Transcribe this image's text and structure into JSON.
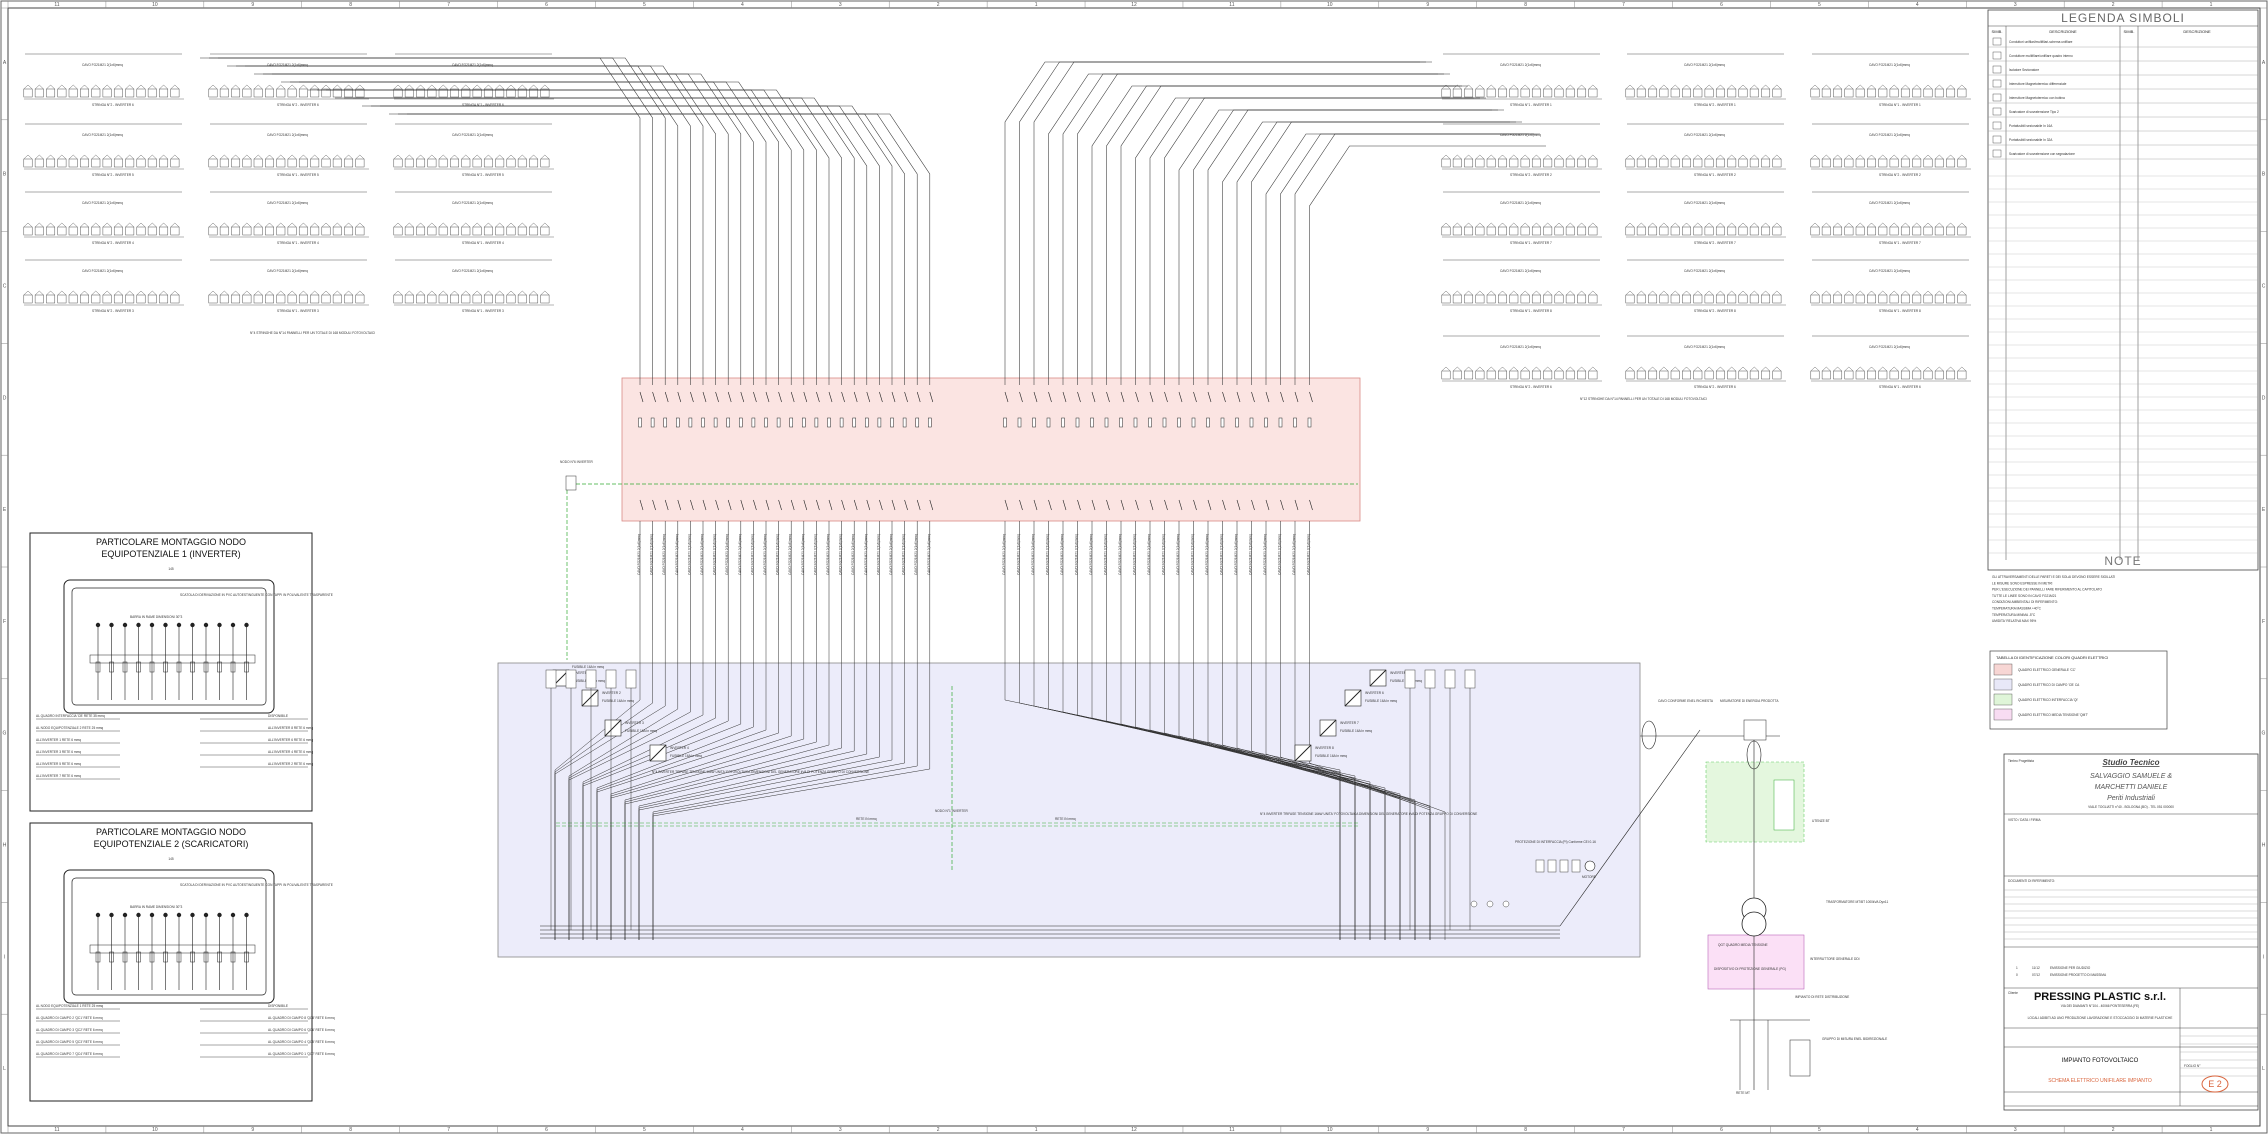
{
  "ruler": {
    "top": [
      "11",
      "10",
      "9",
      "8",
      "7",
      "6",
      "5",
      "4",
      "3",
      "2",
      "1",
      "12",
      "11",
      "10",
      "9",
      "8",
      "7",
      "6",
      "5",
      "4",
      "3",
      "2",
      "1"
    ],
    "side": [
      "A",
      "B",
      "C",
      "D",
      "E",
      "F",
      "G",
      "H",
      "I",
      "L"
    ]
  },
  "strings": {
    "cable_label": "CAVO FG21M21 2(1x6)mmq",
    "labels": [
      "STRINGA N°2 - INVERTER 6",
      "STRINGA N°2 - INVERTER 6",
      "STRINGA N°1 - INVERTER 6",
      "STRINGA N°2 - INVERTER 5",
      "STRINGA N°1 - INVERTER 5",
      "STRINGA N°2 - INVERTER 5",
      "STRINGA N°2 - INVERTER 4",
      "STRINGA N°1 - INVERTER 4",
      "STRINGA N°1 - INVERTER 4",
      "STRINGA N°2 - INVERTER 3",
      "STRINGA N°1 - INVERTER 3",
      "STRINGA N°1 - INVERTER 3",
      "STRINGA N°1 - INVERTER 1",
      "STRINGA N°2 - INVERTER 1",
      "STRINGA N°1 - INVERTER 1",
      "STRINGA N°2 - INVERTER 2",
      "STRINGA N°1 - INVERTER 2",
      "STRINGA N°2 - INVERTER 2",
      "STRINGA N°1 - INVERTER 7",
      "STRINGA N°2 - INVERTER 7",
      "STRINGA N°1 - INVERTER 7",
      "STRINGA N°1 - INVERTER 8",
      "STRINGA N°2 - INVERTER 8",
      "STRINGA N°1 - INVERTER 8"
    ],
    "note_left": "N°4 STRINGHE DA N°14 PANNELLI PER UN TOTALE DI 168 MODULI FOTOVOLTAICI",
    "note_right": "N°12 STRINGHE DA N°14 PANNELLI PER UN TOTALE DI 168 MODULI FOTOVOLTAICI"
  },
  "nodes": {
    "node_a": "NODO N°6 INVERTER",
    "node_b": "NODO N°1 INVERTER",
    "rete": "RETE IN mmq",
    "inverter_labels": [
      "INVERTER 1",
      "INVERTER 2",
      "INVERTER 3",
      "INVERTER 4",
      "INVERTER 5",
      "INVERTER 6",
      "INVERTER 7",
      "INVERTER 8"
    ],
    "fusibili": "FUSIBILE 16A In mmq",
    "desc_left": "N°4 INVERTER TRIFASE TENSIONE 16kW UNITA' FOTOVOLTAICA DIMENSIONI DEL GENERATORE kVA DI POTENZA GRUPPO DI CONVERSIONE",
    "desc_right": "N°4 INVERTER TRIFASE TENSIONE 16kW UNITA' FOTOVOLTAICA DIMENSIONI DEL GENERATORE kVA DI POTENZA GRUPPO DI CONVERSIONE",
    "prot": "PROTEZIONE DI INTERFACCIA (PI) Conforme CEI 0-16",
    "motore": "MOTORE",
    "cavo_a": "CAVO CONFORME ENEL RICHIESTA",
    "misura": "MISURATORE DI ENERGIA PRODOTTA",
    "utente": "UTENZE BT",
    "trafo": "TRASFORMATORE MT/BT 1000kVA Dyn11",
    "qgmt": "QGT QUADRO MEDIA TENSIONE",
    "dispositivo": "DISPOSITIVO DI PROTEZIONE GENERALE (PG)",
    "interruttore": "INTERRUTTORE GENERALE DDI",
    "rete_mt": "RETE MT",
    "kit": "IMPIANTO DI RETE DISTRIBUZIONE",
    "gruppo": "GRUPPO DI MISURA ENEL BIDIREZIONALE"
  },
  "detail1": {
    "title_line1": "PARTICOLARE MONTAGGIO NODO",
    "title_line2": "EQUIPOTENZIALE 1 (INVERTER)",
    "box_label": "SCATOLA DI DERIVAZIONE IN PVC AUTOESTINGUENTE CON TAPPI IN POLIVALENTE TRASPARENTE",
    "barra": "BARRA IN RAME DIMENSIONI 30°3",
    "dim": "145",
    "left_items": [
      "AL QUADRO INTERFACCIA 'CB' RETE 35 mmq",
      "AL NODO EQUIPOTENZIALE 2 RETE 25 mmq",
      "ALL'INVERTER 1 RETE 6 mmq",
      "ALL'INVERTER 3 RETE 6 mmq",
      "ALL'INVERTER 5 RETE 6 mmq",
      "ALL'INVERTER 7 RETE 6 mmq"
    ],
    "right_items": [
      "DISPONIBILE",
      "ALL'INVERTER 8 RETE 6 mmq",
      "ALL'INVERTER 6 RETE 6 mmq",
      "ALL'INVERTER 4 RETE 6 mmq",
      "ALL'INVERTER 2 RETE 6 mmq"
    ]
  },
  "detail2": {
    "title_line1": "PARTICOLARE MONTAGGIO NODO",
    "title_line2": "EQUIPOTENZIALE 2 (SCARICATORI)",
    "box_label": "SCATOLA DI DERIVAZIONE IN PVC AUTOESTINGUENTE CON TAPPI IN POLIVALENTE TRASPARENTE",
    "barra": "BARRA IN RAME DIMENSIONI 30°3",
    "dim": "145",
    "left_items": [
      "AL NODO EQUIPOTENZIALE 1 RETE 25 mmq",
      "AL QUADRO DI CAMPO 2 'QC1' RETE 6 mmq",
      "AL QUADRO DI CAMPO 3 'QC2' RETE 6 mmq",
      "AL QUADRO DI CAMPO 5 'QC3' RETE 6 mmq",
      "AL QUADRO DI CAMPO 7 'QC4' RETE 6 mmq"
    ],
    "right_items": [
      "DISPONIBILE",
      "AL QUADRO DI CAMPO 8 'QC8' RETE 6 mmq",
      "AL QUADRO DI CAMPO 6 'QC6' RETE 6 mmq",
      "AL QUADRO DI CAMPO 4 'QC5' RETE 6 mmq",
      "AL QUADRO DI CAMPO 1 'QC7' RETE 6 mmq"
    ]
  },
  "legend": {
    "title": "LEGENDA SIMBOLI",
    "col_simb": "SIMB.",
    "col_desc": "DESCRIZIONE",
    "rows": [
      "Conduttori unifilari/multifilari-schema unifilare",
      "Conduttore multifilare/unifilare quadro interno",
      "Isolatore Sezionatore",
      "Interruttore Magnetotermico differenziale",
      "Interruttore Magnetotermico con bobina",
      "Scaricatore di sovratensione Tipo 2",
      "Portafusibili sezionabile In 16A",
      "Portafusibili sezionabile In 32A",
      "Scaricatore di sovratensione con segnalazione"
    ]
  },
  "notes": {
    "title": "NOTE",
    "lines": [
      "GLI ATTRAVERSAMENTI DELLE PARETI E DEI SOLAI DEVONO ESSERE SIGILLATI",
      "LE MISURE SONO ESPRESSE IN METRI",
      "PER L'ESECUZIONE DEI PANNELLI FARE RIFERIMENTO AL CAPITOLATO",
      "TUTTE LE LINEE SONO IN CAVO FG21M21",
      "CONDIZIONI AMBIENTALI DI RIFERIMENTO:",
      "TEMPERATURA MASSIMA +40°C",
      "TEMPERATURA MINIMA -5°C",
      "UMIDITA' RELATIVA MAX 95%"
    ]
  },
  "color_table": {
    "title": "TABELLA DI IDENTIFICAZIONE COLORI QUADRI ELETTRICI",
    "rows": [
      {
        "color": "#f7d6d4",
        "label": "QUADRO ELETTRICO GENERALE 'CC'"
      },
      {
        "color": "#e8e8f8",
        "label": "QUADRO ELETTRICO DI CAMPO 'CB' CA"
      },
      {
        "color": "#dff5d8",
        "label": "QUADRO ELETTRICO INTERFACCIA 'QI'"
      },
      {
        "color": "#f8dcf2",
        "label": "QUADRO ELETTRICO MEDIA TENSIONE 'QMT'"
      }
    ]
  },
  "titleblock": {
    "progettista_label": "Timbro Progettista",
    "studio_title": "Studio Tecnico",
    "studio_line1": "SALVAGGIO SAMUELE &",
    "studio_line2": "MARCHETTI DANIELE",
    "studio_line3": "Periti Industriali",
    "studio_addr": "VIALE TOGLIATTI n°40 - BOLOGNA (BO) - TEL 051 000000",
    "visto": "VISTO / DATA / FIRMA",
    "documenti": "DOCUMENTI DI RIFERIMENTO:",
    "revisioni": [
      {
        "rev": "1",
        "date": "11/12",
        "desc": "EMISSIONE PER GIUDIZIO"
      },
      {
        "rev": "0",
        "date": "07/12",
        "desc": "EMISSIONE PROGETTO DI MASSIMA"
      }
    ],
    "cliente_label": "Cliente",
    "client": "PRESSING PLASTIC s.r.l.",
    "client_addr": "VIA DEI DIAMANTI N°104 - 40066 PONTESERRA (FE)",
    "oggetto": "LOCALI ADIBITI AD UNO PRODUZIONE LAVORAZIONE E STOCCAGGIO DI MATERIE PLASTICHE",
    "impianto": "IMPIANTO FOTOVOLTAICO",
    "schema": "SCHEMA ELETTRICO UNIFILARE IMPIANTO",
    "foglio_label": "FOGLIO N°",
    "foglio": "E 2"
  }
}
